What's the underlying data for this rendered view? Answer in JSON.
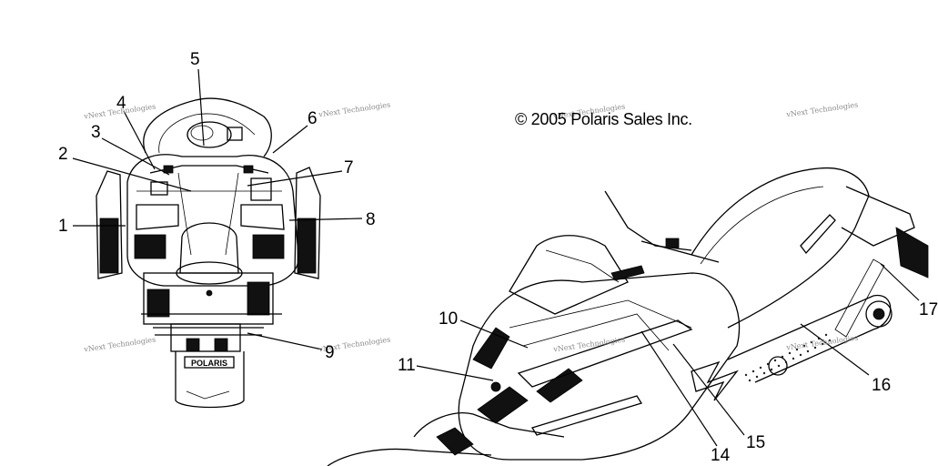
{
  "diagram": {
    "copyright": "© 2005 Polaris Sales Inc.",
    "watermark": "vNext Technologies",
    "callouts": [
      "1",
      "2",
      "3",
      "4",
      "5",
      "6",
      "7",
      "8",
      "9",
      "10",
      "11",
      "14",
      "15",
      "16",
      "17"
    ]
  }
}
